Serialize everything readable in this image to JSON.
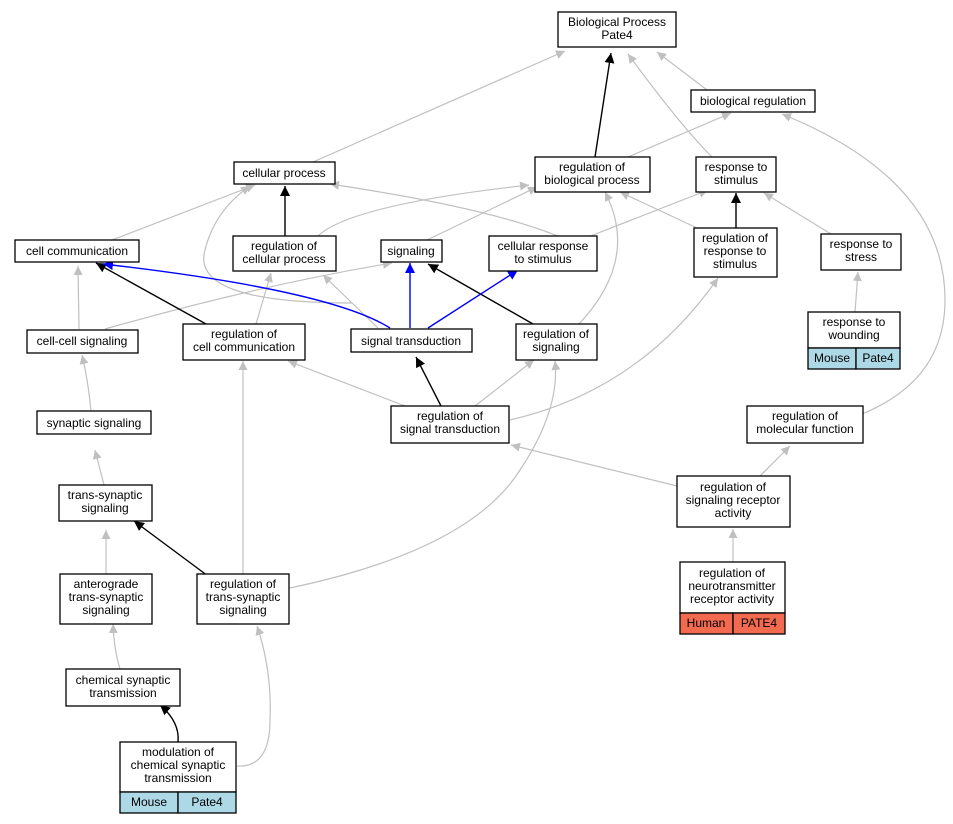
{
  "colors": {
    "gray_edge": "#c0c0c0",
    "black_edge": "#000000",
    "blue_edge": "#0000ff",
    "mouse_fill": "#add8e6",
    "human_fill": "#f26b50"
  },
  "nodes": {
    "bp": [
      "Biological Process",
      "Pate4"
    ],
    "bioreg": [
      "biological regulation"
    ],
    "cellproc": [
      "cellular process"
    ],
    "regbio": [
      "regulation of",
      "biological process"
    ],
    "respstim": [
      "response to",
      "stimulus"
    ],
    "cellcomm": [
      "cell communication"
    ],
    "regcell": [
      "regulation of",
      "cellular process"
    ],
    "signaling": [
      "signaling"
    ],
    "cellresp": [
      "cellular response",
      "to stimulus"
    ],
    "regresp": [
      "regulation of",
      "response to",
      "stimulus"
    ],
    "respstress": [
      "response to",
      "stress"
    ],
    "ccsig": [
      "cell-cell signaling"
    ],
    "regcomm": [
      "regulation of",
      "cell communication"
    ],
    "sigtrans": [
      "signal transduction"
    ],
    "regsig": [
      "regulation of",
      "signaling"
    ],
    "respwound": [
      "response to",
      "wounding"
    ],
    "synsig": [
      "synaptic signaling"
    ],
    "regsigtrans": [
      "regulation of",
      "signal transduction"
    ],
    "regmol": [
      "regulation of",
      "molecular function"
    ],
    "transsyn": [
      "trans-synaptic",
      "signaling"
    ],
    "regsigrec": [
      "regulation of",
      "signaling receptor",
      "activity"
    ],
    "antero": [
      "anterograde",
      "trans-synaptic",
      "signaling"
    ],
    "regtrans": [
      "regulation of",
      "trans-synaptic",
      "signaling"
    ],
    "regneuro": [
      "regulation of",
      "neurotransmitter",
      "receptor activity"
    ],
    "chemsyn": [
      "chemical synaptic",
      "transmission"
    ],
    "modchem": [
      "modulation of",
      "chemical synaptic",
      "transmission"
    ]
  },
  "annotations": {
    "respwound": [
      "Mouse",
      "Pate4"
    ],
    "regneuro": [
      "Human",
      "PATE4"
    ],
    "modchem": [
      "Mouse",
      "Pate4"
    ]
  }
}
